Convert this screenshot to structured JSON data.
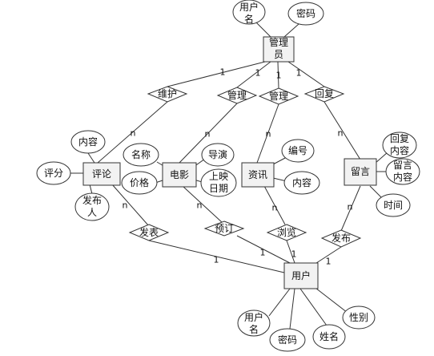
{
  "entities": {
    "admin": "管理员",
    "comment": "评论",
    "movie": "电影",
    "news": "资讯",
    "message": "留言",
    "user": "用户"
  },
  "relationships": {
    "maintain": "维护",
    "manage_movie": "管理",
    "manage_news": "管理",
    "reply": "回复",
    "publish_comment": "发表",
    "reserve": "预订",
    "browse": "浏览",
    "publish_message": "发布"
  },
  "attributes": {
    "admin_username": "用户名",
    "admin_password": "密码",
    "comment_content": "内容",
    "comment_score": "评分",
    "comment_publisher": "发布人",
    "movie_name": "名称",
    "movie_price": "价格",
    "movie_director": "导演",
    "movie_release_date": "上映日期",
    "news_id": "编号",
    "news_content": "内容",
    "message_reply_content": "回复内容",
    "message_content": "留言内容",
    "message_time": "时间",
    "user_username": "用户名",
    "user_password": "密码",
    "user_name": "姓名",
    "user_gender": "性别"
  },
  "cardinalities": {
    "maintain_admin": "1",
    "manage_movie_admin": "1",
    "manage_news_admin": "1",
    "reply_admin": "1",
    "maintain_comment": "n",
    "manage_movie_movie": "n",
    "manage_news_news": "n",
    "reply_message": "n",
    "publish_comment_comment": "n",
    "reserve_movie": "n",
    "browse_news": "n",
    "publish_message_message": "n",
    "publish_comment_user": "1",
    "reserve_user": "1",
    "browse_user": "1",
    "publish_message_user": "1"
  }
}
